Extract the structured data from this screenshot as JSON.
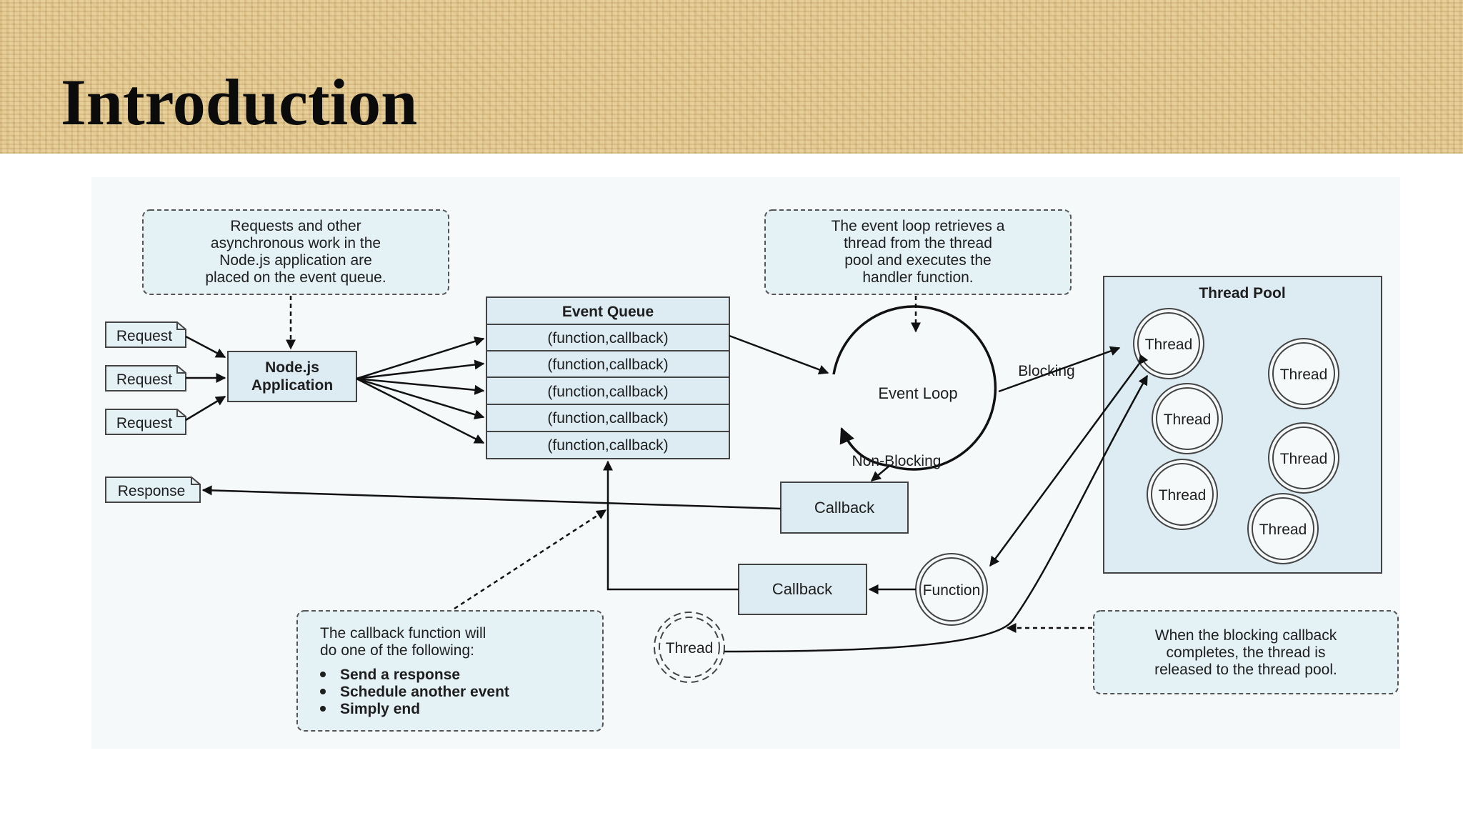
{
  "slide": {
    "title": "Introduction"
  },
  "diagram": {
    "note_queue": [
      "Requests and other",
      "asynchronous work in the",
      "Node.js application are",
      "placed on the event queue."
    ],
    "note_loop": [
      "The event loop retrieves a",
      "thread from the thread",
      "pool and executes the",
      "handler function."
    ],
    "note_callback_intro": [
      "The callback function will",
      "do one of the following:"
    ],
    "note_callback_bullets": [
      "Send a response",
      "Schedule another event",
      "Simply end"
    ],
    "note_release": [
      "When the blocking callback",
      "completes, the thread is",
      "released to the thread pool."
    ],
    "request_labels": [
      "Request",
      "Request",
      "Request"
    ],
    "response_label": "Response",
    "app_label": [
      "Node.js",
      "Application"
    ],
    "event_queue": {
      "title": "Event Queue",
      "items": [
        "(function,callback)",
        "(function,callback)",
        "(function,callback)",
        "(function,callback)",
        "(function,callback)"
      ]
    },
    "event_loop_label": "Event Loop",
    "blocking_label": "Blocking",
    "non_blocking_label": "Non-Blocking",
    "callback_label_1": "Callback",
    "callback_label_2": "Callback",
    "function_label": "Function",
    "free_thread_label": "Thread",
    "thread_pool": {
      "title": "Thread Pool",
      "threads": [
        "Thread",
        "Thread",
        "Thread",
        "Thread",
        "Thread",
        "Thread"
      ]
    }
  }
}
